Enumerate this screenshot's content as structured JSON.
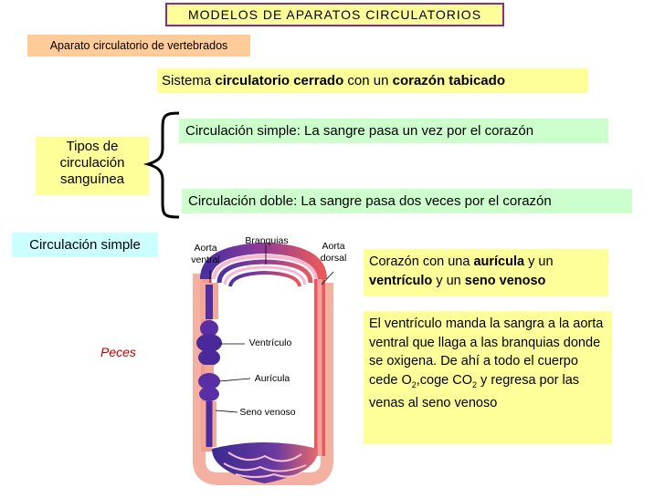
{
  "title": "MODELOS DE APARATOS CIRCULATORIOS",
  "subtitle": "Aparato circulatorio de vertebrados",
  "sistema": {
    "prefix": "Sistema ",
    "bold1": "circulatorio cerrado",
    "middle": " con un ",
    "bold2": "corazón tabicado"
  },
  "tipos": {
    "line1": "Tipos de",
    "line2": "circulación",
    "line3": "sanguínea"
  },
  "circulacion_simple_def": "Circulación simple: La sangre pasa un vez por el corazón",
  "circulacion_doble_def": "Circulación doble: La sangre pasa dos veces por el corazón",
  "circulacion_simple_label": "Circulación simple",
  "peces": "Peces",
  "diagram_labels": {
    "aorta_ventral_1": "Aorta",
    "aorta_ventral_2": "ventral",
    "branquias": "Branquias",
    "aorta_dorsal_1": "Aorta",
    "aorta_dorsal_2": "dorsal",
    "ventriculo": "Ventrículo",
    "auricula": "Aurícula",
    "seno_venoso": "Seno venoso"
  },
  "corazon": {
    "t1": "Corazón con una ",
    "b1": "aurícula",
    "t2": " y un ",
    "b2": "ventrículo",
    "t3": " y un ",
    "b3": "seno venoso"
  },
  "explica": {
    "p1": "El ventrículo manda la sangra a la aorta ventral que llaga a las branquias donde se oxigena. De ahí a todo el cuerpo cede O",
    "sub1": "2",
    "p2": ",coge CO",
    "sub2": "2",
    "p3": " y regresa por las venas al seno venoso"
  },
  "colors": {
    "title_border": "#8b2c8b",
    "yellow": "#ffff99",
    "orange": "#ffcc99",
    "green": "#ccffcc",
    "cyan": "#ccffff",
    "red_text": "#c00000",
    "vessel_blue": "#4a2fa0",
    "vessel_red": "#e85a5a"
  }
}
